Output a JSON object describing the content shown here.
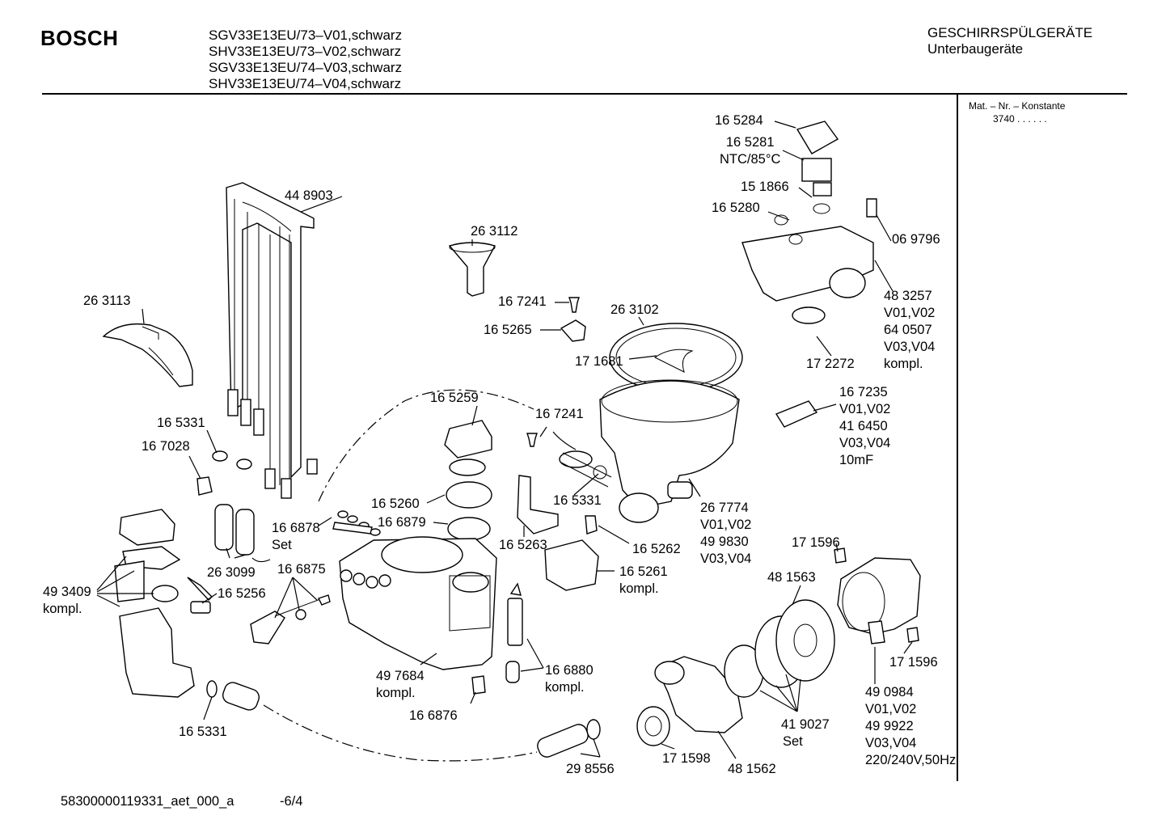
{
  "header": {
    "brand": "BOSCH",
    "models": [
      "SGV33E13EU/73–V01,schwarz",
      "SHV33E13EU/73–V02,schwarz",
      "SGV33E13EU/74–V03,schwarz",
      "SHV33E13EU/74–V04,schwarz"
    ],
    "category": "GESCHIRRSPÜLGERÄTE",
    "subcategory": "Unterbaugeräte"
  },
  "sidebar": {
    "title": "Mat. – Nr. – Konstante",
    "value": "3740 .  .   .  .  .  ."
  },
  "labels": {
    "p448903": "44 8903",
    "p263113": "26 3113",
    "p263112": "26 3112",
    "p167241a": "16 7241",
    "p165265": "16 5265",
    "p263102": "26 3102",
    "p171681": "17 1681",
    "p165284": "16 5284",
    "p165281": [
      "16 5281",
      "NTC/85°C"
    ],
    "p151866": "15 1866",
    "p165280": "16 5280",
    "p069796": "06 9796",
    "p483257": [
      "48 3257",
      "V01,V02",
      "64 0507",
      "V03,V04",
      "kompl."
    ],
    "p172272": "17 2272",
    "p167235": [
      "16 7235",
      "V01,V02",
      "41 6450",
      "V03,V04",
      "10mF"
    ],
    "p165331a": "16 5331",
    "p167028": "16 7028",
    "p165259": "16 5259",
    "p167241b": "16 7241",
    "p165331b": "16 5331",
    "p165260": "16 5260",
    "p166879": "16 6879",
    "p166878": [
      "16 6878",
      "Set"
    ],
    "p165263": "16 5263",
    "p165262": "16 5262",
    "p267774": [
      "26 7774",
      "V01,V02",
      "49 9830",
      "V03,V04"
    ],
    "p165261": [
      "16 5261",
      "kompl."
    ],
    "p171596a": "17 1596",
    "p481563": "48 1563",
    "p263099": "26 3099",
    "p166875": "16 6875",
    "p493409": [
      "49 3409",
      "kompl."
    ],
    "p165256": "16 5256",
    "p497684": [
      "49 7684",
      "kompl."
    ],
    "p166880": [
      "16 6880",
      "kompl."
    ],
    "p166876": "16 6876",
    "p165331c": "16 5331",
    "p298556": "29 8556",
    "p171598": "17 1598",
    "p481562": "48 1562",
    "p419027": [
      "41 9027",
      "Set"
    ],
    "p171596b": "17 1596",
    "p490984": [
      "49 0984",
      "V01,V02",
      "49 9922",
      "V03,V04",
      "220/240V,50Hz"
    ]
  },
  "footer": {
    "doc_id": "58300000119331_aet_000_a",
    "page": "-6/4"
  }
}
